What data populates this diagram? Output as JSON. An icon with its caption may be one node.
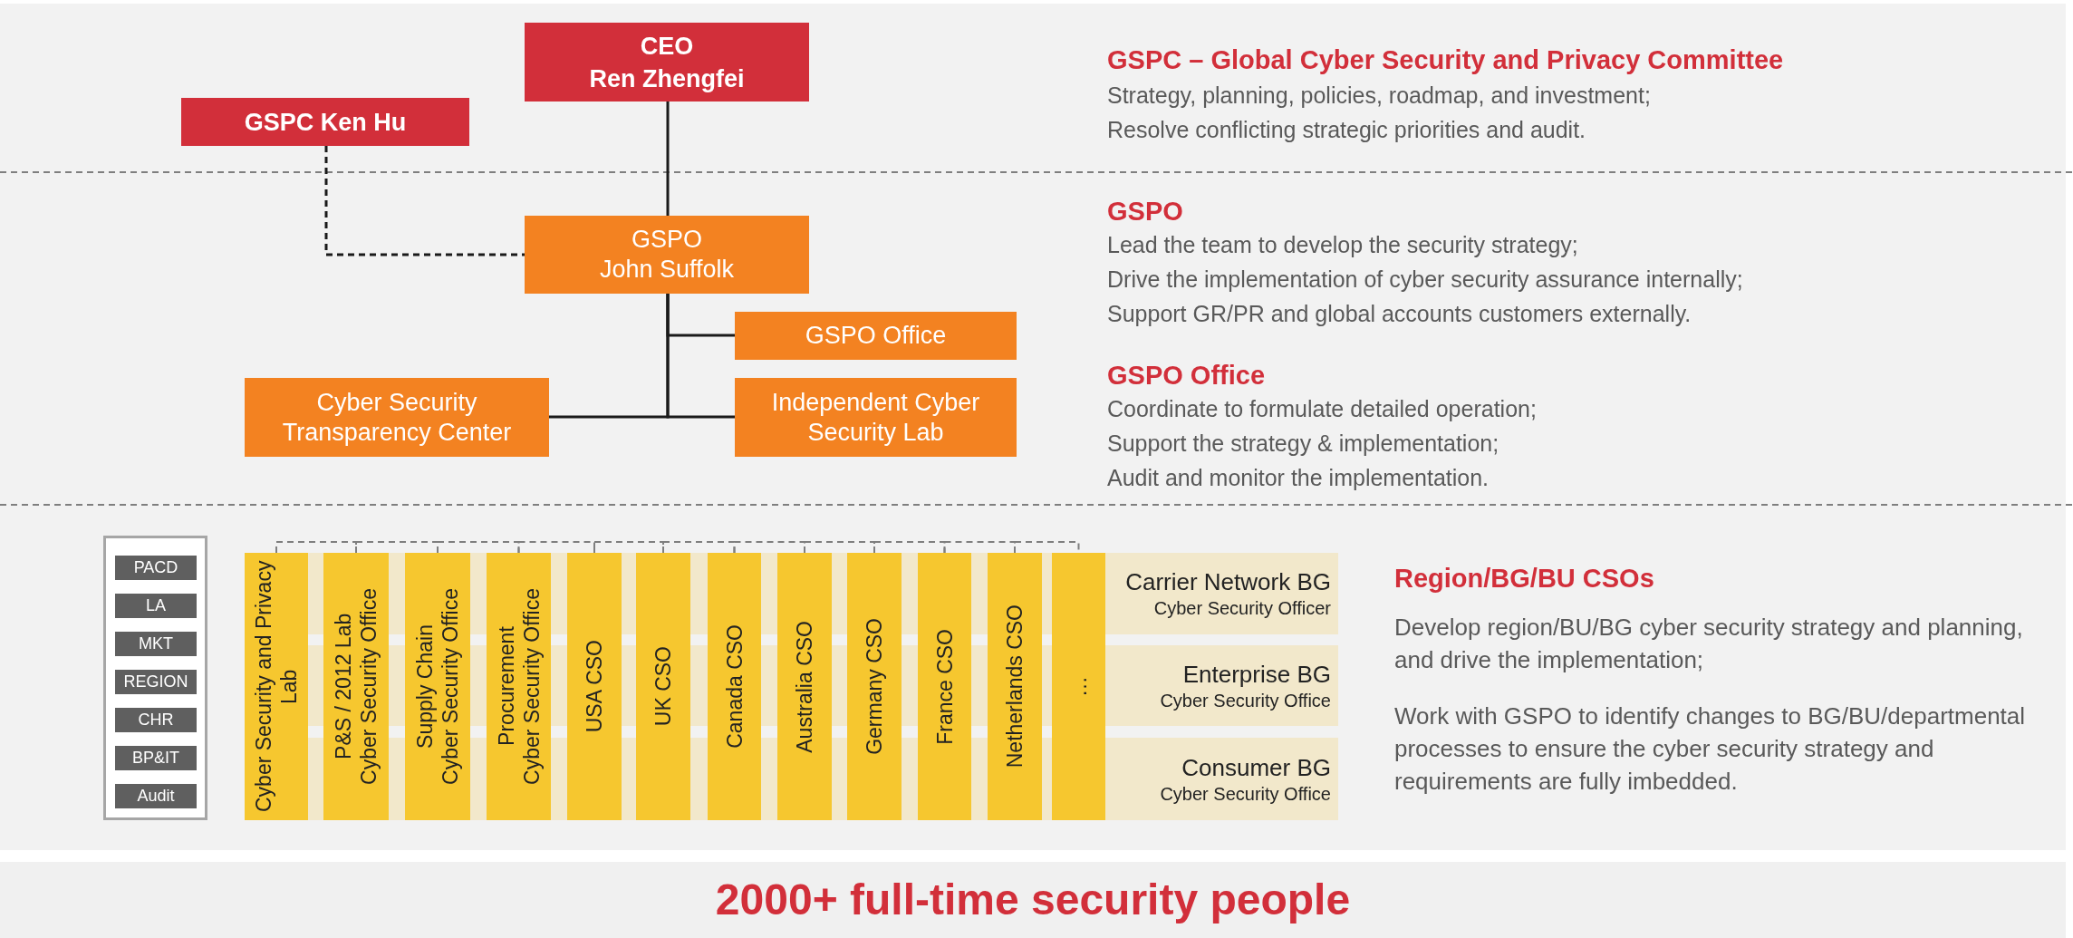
{
  "diagram": {
    "caption": "2000+ full-time security people",
    "nodes": [
      {
        "text": [
          "CEO",
          "Ren Zhengfei"
        ]
      },
      {
        "text": [
          "GSPC Ken Hu"
        ]
      },
      {
        "text": [
          "GSPO",
          "John Suffolk"
        ]
      },
      {
        "text": [
          "GSPO Office"
        ]
      },
      {
        "text": [
          "Cyber Security Transparency Center"
        ]
      },
      {
        "text": [
          "Independent Cyber Security Lab"
        ]
      },
      {
        "text": [],
        "shape": "box"
      },
      {
        "text": [
          "PACD"
        ],
        "in": 6
      },
      {
        "text": [
          "LA"
        ],
        "in": 6
      },
      {
        "text": [
          "MKT"
        ],
        "in": 6
      },
      {
        "text": [
          "REGION"
        ],
        "in": 6
      },
      {
        "text": [
          "CHR"
        ],
        "in": 6
      },
      {
        "text": [
          "BP&IT"
        ],
        "in": 6
      },
      {
        "text": [
          "Audit"
        ],
        "in": 6
      },
      {
        "text": [
          "Cyber Security and Privacy Lab"
        ]
      },
      {
        "text": [
          "P&S / 2012 Lab",
          "Cyber Security Office"
        ]
      },
      {
        "text": [
          "Supply Chain",
          "Cyber Security Office"
        ]
      },
      {
        "text": [
          "Procurement",
          "Cyber Security Office"
        ]
      },
      {
        "text": [
          "USA CSO"
        ]
      },
      {
        "text": [
          "UK CSO"
        ]
      },
      {
        "text": [
          "Canada CSO"
        ]
      },
      {
        "text": [
          "Australia CSO"
        ]
      },
      {
        "text": [
          "Germany CSO"
        ]
      },
      {
        "text": [
          "France CSO"
        ]
      },
      {
        "text": [
          "Netherlands CSO"
        ]
      },
      {
        "text": [
          "…"
        ]
      },
      {
        "text": [
          "Carrier Network BG",
          "Cyber Security Officer"
        ]
      },
      {
        "text": [
          "Enterprise BG",
          "Cyber Security Office"
        ]
      },
      {
        "text": [
          "Consumer BG",
          "Cyber Security Office"
        ]
      }
    ],
    "edges": [
      {
        "from": 0,
        "to": 2,
        "arrow": "none",
        "color": "#1a1a1a"
      },
      {
        "from": 1,
        "to": 2,
        "arrow": "none",
        "style": "dashed",
        "color": "#1a1a1a"
      },
      {
        "from": 2,
        "to": 3,
        "arrow": "none",
        "color": "#1a1a1a"
      },
      {
        "from": 2,
        "to": 5,
        "arrow": "none",
        "color": "#1a1a1a"
      },
      {
        "from": 2,
        "to": 4,
        "arrow": "none",
        "color": "#1a1a1a"
      },
      {
        "from": 14,
        "to": 15,
        "arrow": "none",
        "style": "dashed"
      },
      {
        "from": 15,
        "to": 16,
        "arrow": "none",
        "style": "dashed"
      },
      {
        "from": 16,
        "to": 17,
        "arrow": "none",
        "style": "dashed"
      },
      {
        "from": 17,
        "to": 18,
        "arrow": "none",
        "style": "dashed"
      },
      {
        "from": 18,
        "to": 19,
        "arrow": "none",
        "style": "dashed"
      },
      {
        "from": 19,
        "to": 20,
        "arrow": "none",
        "style": "dashed"
      },
      {
        "from": 20,
        "to": 21,
        "arrow": "none",
        "style": "dashed"
      },
      {
        "from": 21,
        "to": 22,
        "arrow": "none",
        "style": "dashed"
      },
      {
        "from": 22,
        "to": 23,
        "arrow": "none",
        "style": "dashed"
      },
      {
        "from": 23,
        "to": 24,
        "arrow": "none",
        "style": "dashed"
      },
      {
        "from": 24,
        "to": 25,
        "arrow": "none",
        "style": "dashed"
      }
    ],
    "labels": [
      "GSPC – Global Cyber Security and Privacy Committee",
      "Strategy, planning, policies, roadmap, and investment;",
      "Resolve conflicting strategic priorities and audit.",
      "GSPO",
      "Lead the team to develop the security strategy;",
      "Drive the implementation of cyber security assurance internally;",
      "Support GR/PR and global accounts customers externally.",
      "GSPO Office",
      "Coordinate to formulate detailed operation;",
      "Support the strategy & implementation;",
      "Audit and monitor the implementation.",
      "Region/BG/BU CSOs",
      "Develop region/BU/BG cyber security strategy and planning, and drive the implementation;",
      "Work with GSPO to identify changes to BG/BU/departmental processes to ensure the cyber security strategy and requirements are fully imbedded."
    ]
  }
}
